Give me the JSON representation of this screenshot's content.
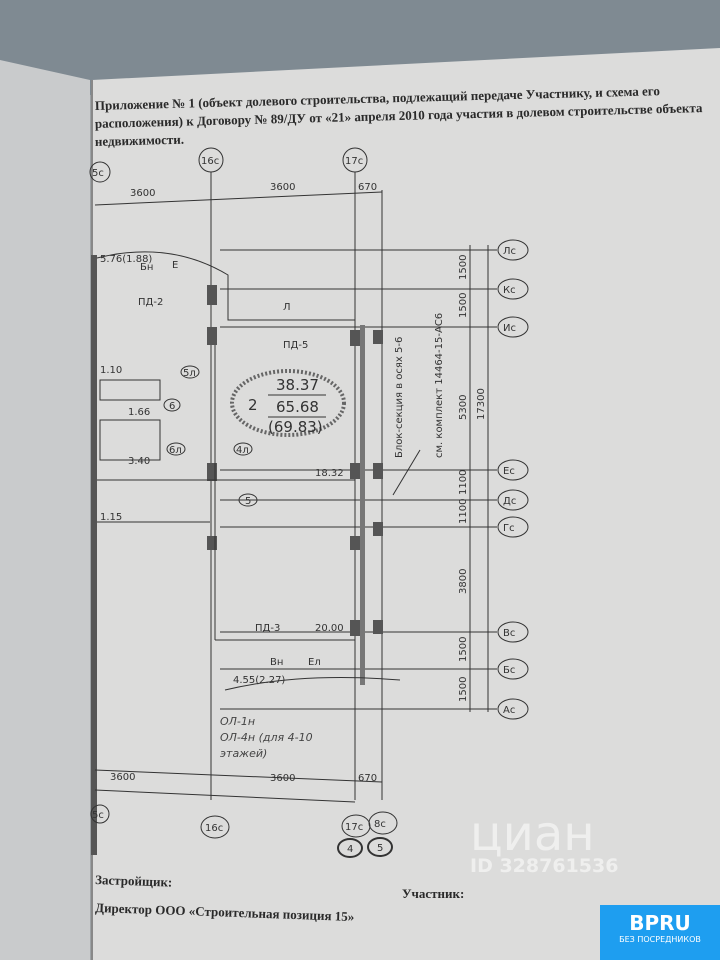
{
  "document": {
    "title_lines": [
      "Приложение № 1 (объект долевого строительства, подлежащий передаче Участнику, и схема его",
      "расположения) к Договору № 89/ДУ от «21» апреля 2010 года участия в долевом строительстве объекта",
      "недвижимости."
    ],
    "signatures": {
      "developer": "Застройщик:",
      "participant": "Участник:",
      "director": "Директор ООО «Строительная позиция 15»"
    }
  },
  "plan": {
    "top_axes": [
      "5с",
      "16с",
      "17с"
    ],
    "top_dims": [
      "3600",
      "3600",
      "670"
    ],
    "bottom_axes": [
      "5с",
      "16с",
      "17с",
      "8с",
      "4",
      "5"
    ],
    "bottom_dims": [
      "3600",
      "3600",
      "670"
    ],
    "right_axes": [
      "Лс",
      "Кс",
      "Ис",
      "Ес",
      "Дс",
      "Гс",
      "Вс",
      "Бс",
      "Ас"
    ],
    "right_dims": [
      "1500",
      "1500",
      "5300",
      "1100",
      "1100",
      "3800",
      "1500",
      "1500"
    ],
    "overall_dim": "17300",
    "apartment": {
      "number": "2",
      "living_area": "38.37",
      "total_area": "65.68",
      "total_with_balcony": "(69.83)"
    },
    "labels": {
      "balcony_top_area": "5.76(1.88)",
      "bn_top": "Бн",
      "e_top": "Е",
      "pd2": "ПД-2",
      "l": "Л",
      "pd5": "ПД-5",
      "area_110": "1.10",
      "area_166": "1.66",
      "area_340": "3.40",
      "door_5l": "5л",
      "door_6": "6",
      "door_6l": "6л",
      "door_4l": "4л",
      "door_5": "5",
      "area_1832": "18.32",
      "area_115": "1.15",
      "pd3": "ПД-3",
      "area_2000": "20.00",
      "vn": "Вн",
      "el": "Ел",
      "balcony_bottom_area": "4.55(2.27)"
    },
    "note_line1": "Блок-секция в осях 5-6",
    "note_line2": "см. комплект 14464-15-АС6",
    "handwritten": [
      "ОЛ-1н",
      "ОЛ-4н (для 4-10",
      "этажей)"
    ]
  },
  "watermark": {
    "brand": "циан",
    "id": "ID 328761536"
  },
  "badge": {
    "brand": "BPRU",
    "tagline": "БЕЗ ПОСРЕДНИКОВ"
  }
}
